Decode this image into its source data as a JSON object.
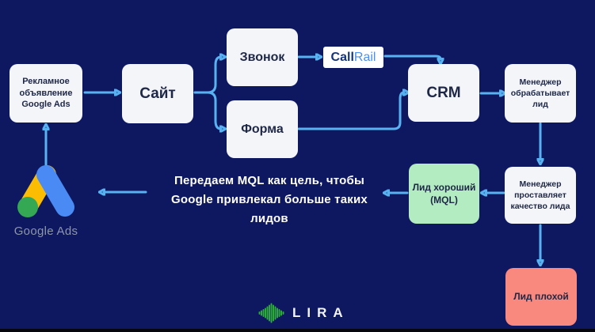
{
  "colors": {
    "background": "#0e1860",
    "arrow": "#58b2f2",
    "box_fill": "#f3f5f9",
    "box_text": "#1e2746",
    "good_lead_green": "#b4ecc1",
    "bad_lead_red": "#f9897f",
    "callrail_call_blue": "#16347c",
    "callrail_rail_blue": "#4b8ff0",
    "google_yellow": "#fbbc04",
    "google_blue": "#4a8af4",
    "google_green": "#34a853",
    "google_ads_label_gray": "#8d96a8",
    "lira_green": "#2fb13a"
  },
  "nodes": {
    "ad": {
      "label": "Рекламное объявление Google Ads"
    },
    "site": {
      "label": "Сайт"
    },
    "call": {
      "label": "Звонок"
    },
    "form": {
      "label": "Форма"
    },
    "callrail": {
      "call": "Call",
      "rail": "Rail"
    },
    "crm": {
      "label": "CRM"
    },
    "manager_process": {
      "label": "Менеджер обрабатывает лид"
    },
    "manager_quality": {
      "label": "Менеджер проставляет качество лида"
    },
    "lead_good": {
      "label": "Лид хороший (MQL)"
    },
    "lead_bad": {
      "label": "Лид плохой"
    }
  },
  "annotation": {
    "lines": [
      "Передаем MQL как цель, чтобы",
      "Google привлекал больше таких",
      "лидов"
    ]
  },
  "google_ads": {
    "label": "Google Ads"
  },
  "footer": {
    "brand": "LIRA"
  }
}
